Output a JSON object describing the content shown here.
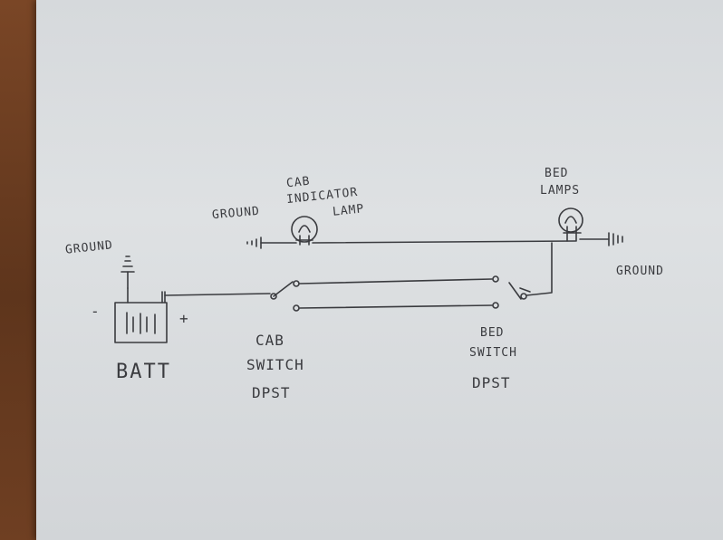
{
  "labels": {
    "ground_left": "GROUND",
    "ground_cab": "GROUND",
    "ground_right": "GROUND",
    "cab_indicator_1": "CAB",
    "cab_indicator_2": "INDICATOR",
    "cab_indicator_3": "LAMP",
    "bed_lamps_1": "BED",
    "bed_lamps_2": "LAMPS",
    "minus": "-",
    "plus": "+",
    "batt": "BATT",
    "cab_switch_1": "CAB",
    "cab_switch_2": "SWITCH",
    "cab_switch_3": "DPST",
    "bed_switch_1": "BED",
    "bed_switch_2": "SWITCH",
    "bed_switch_3": "DPST"
  },
  "colors": {
    "ink": "#3a3b3f",
    "paper": "#dadddf",
    "table": "#6b3f22"
  }
}
